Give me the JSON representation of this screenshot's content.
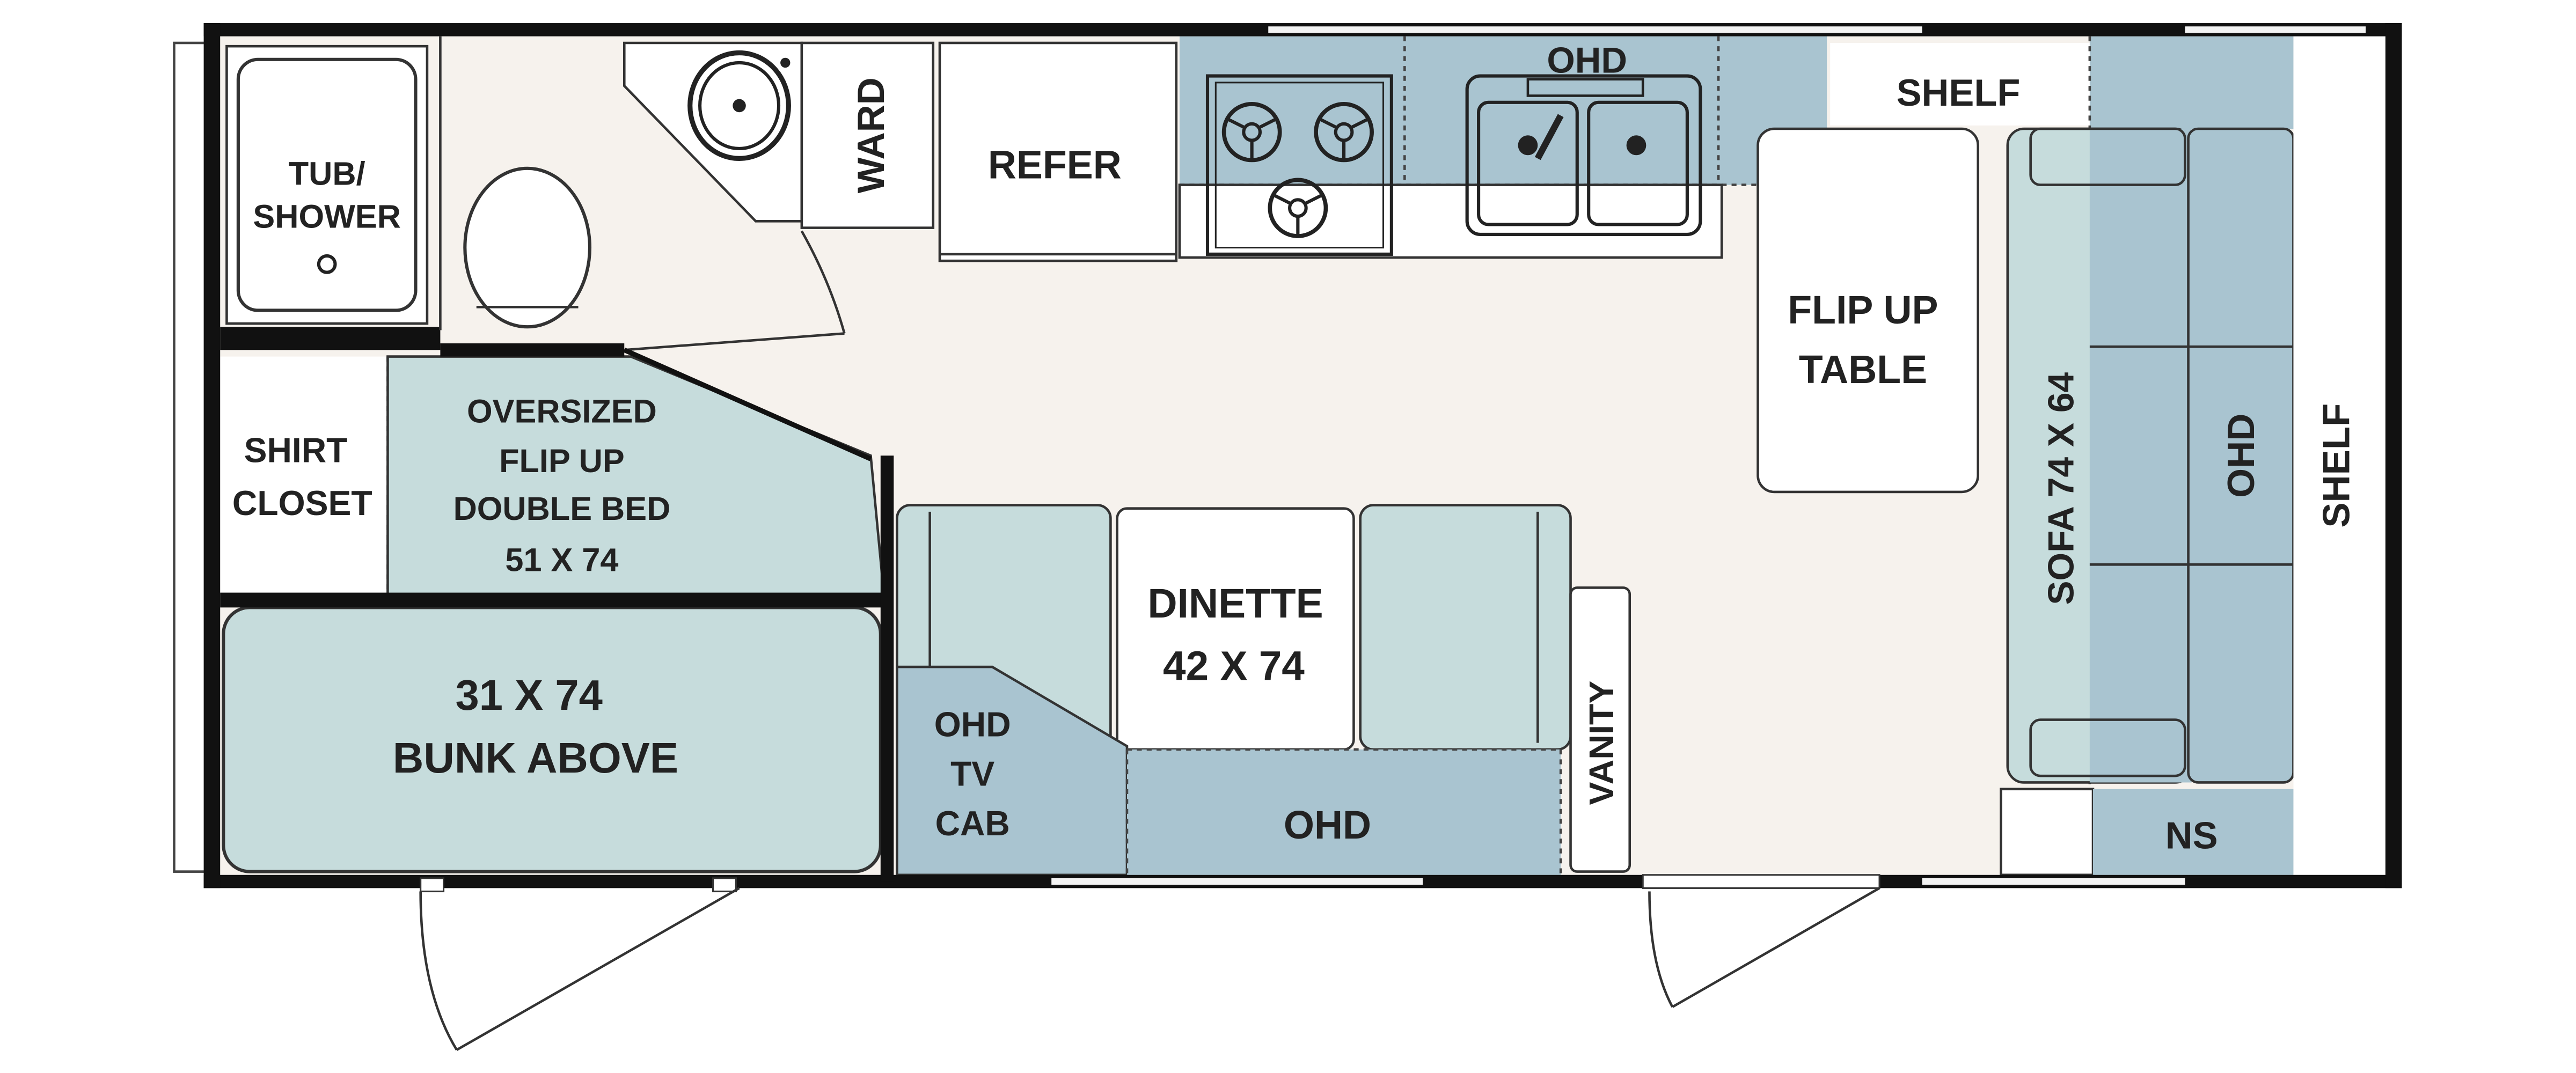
{
  "colors": {
    "floor": "#f6f2ed",
    "wall": "#111111",
    "light_fill": "#c6dcdc",
    "mid_fill": "#a9c4d0",
    "white_fill": "#ffffff",
    "outline": "#333333"
  },
  "icons": {
    "burner": "stove-burner-icon",
    "faucet": "faucet-icon",
    "drain": "drain-icon",
    "toilet": "toilet-icon"
  },
  "rooms": {
    "tub_shower": [
      "TUB/",
      "SHOWER"
    ],
    "ward": "WARD",
    "refer": "REFER",
    "ohd_kitchen": "OHD",
    "shelf_top": "SHELF",
    "flip_table": [
      "FLIP UP",
      "TABLE"
    ],
    "shirt_closet": [
      "SHIRT",
      "CLOSET"
    ],
    "double_bed": [
      "OVERSIZED",
      "FLIP UP",
      "DOUBLE BED",
      "51 X 74"
    ],
    "bunk": [
      "31 X 74",
      "BUNK ABOVE"
    ],
    "ohd_tv_cab": [
      "OHD",
      "TV",
      "CAB"
    ],
    "dinette": [
      "DINETTE",
      "42 X 74"
    ],
    "ohd_dinette": "OHD",
    "vanity": "VANITY",
    "sofa": "SOFA 74 X 64",
    "ohd_right": "OHD",
    "shelf_right": "SHELF",
    "ns": "NS"
  }
}
